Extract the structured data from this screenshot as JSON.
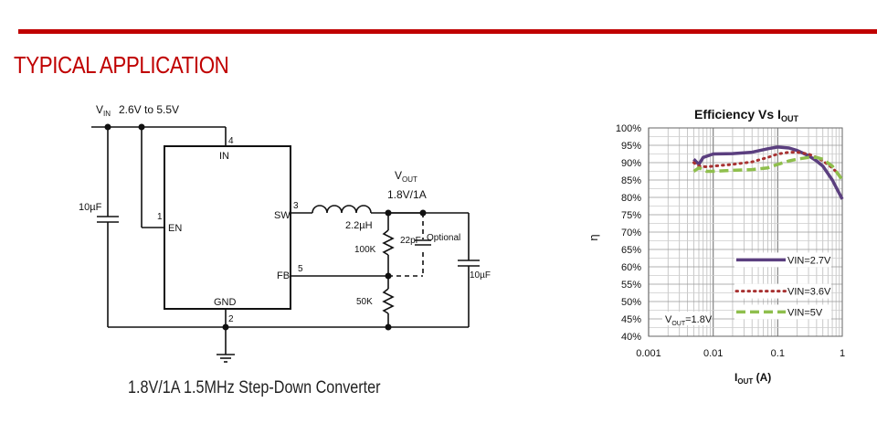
{
  "section": {
    "title": "TYPICAL APPLICATION"
  },
  "caption": "1.8V/1A 1.5MHz Step-Down Converter",
  "schematic": {
    "vin_label": "V",
    "vin_sub": "IN",
    "vin_range": "2.6V to 5.5V",
    "pins": {
      "in_num": "4",
      "in_name": "IN",
      "en_num": "1",
      "en_name": "EN",
      "sw_num": "3",
      "sw_name": "SW",
      "fb_num": "5",
      "fb_name": "FB",
      "gnd_num": "2",
      "gnd_name": "GND"
    },
    "cin": "10µF",
    "inductor": "2.2µH",
    "vout_label": "V",
    "vout_sub": "OUT",
    "vout_value": "1.8V/1A",
    "r_top": "100K",
    "r_bottom": "50K",
    "cff": "22pF",
    "cff_note": "Optional",
    "cout": "10µF"
  },
  "chart_data": {
    "type": "line",
    "title": "Efficiency Vs  I",
    "title_sub": "OUT",
    "xlabel": "I",
    "xlabel_sub": "OUT",
    "xlabel_unit": " (A)",
    "ylabel": "η",
    "xscale": "log",
    "xlim": [
      0.001,
      1
    ],
    "ylim": [
      40,
      100
    ],
    "xticks": [
      "0.001",
      "0.01",
      "0.1",
      "1"
    ],
    "yticks": [
      "40%",
      "45%",
      "50%",
      "55%",
      "60%",
      "65%",
      "70%",
      "75%",
      "80%",
      "85%",
      "90%",
      "95%",
      "100%"
    ],
    "grid": true,
    "legend_position": "right",
    "annotation": {
      "prefix": "V",
      "sub": "OUT",
      "suffix": "=1.8V"
    },
    "series": [
      {
        "name": "VIN=2.7V",
        "style": "solid",
        "color": "#5b3f7f",
        "x": [
          0.005,
          0.006,
          0.007,
          0.01,
          0.02,
          0.04,
          0.07,
          0.1,
          0.15,
          0.2,
          0.3,
          0.4,
          0.5,
          0.7,
          1.0
        ],
        "y": [
          91,
          89.5,
          91.5,
          92.5,
          92.6,
          93,
          94,
          94.5,
          94.2,
          93.5,
          92,
          90.5,
          89,
          85,
          79.5
        ]
      },
      {
        "name": "VIN=3.6V",
        "style": "dotted",
        "color": "#a83232",
        "x": [
          0.005,
          0.006,
          0.008,
          0.01,
          0.02,
          0.04,
          0.07,
          0.1,
          0.15,
          0.2,
          0.3,
          0.4,
          0.5,
          0.7,
          1.0
        ],
        "y": [
          90,
          89,
          88.8,
          89,
          89.5,
          90.2,
          91.5,
          92.5,
          93,
          93,
          92.5,
          91.5,
          90.5,
          88.5,
          85.5
        ]
      },
      {
        "name": "VIN=5V",
        "style": "dashed",
        "color": "#8fbf4d",
        "x": [
          0.005,
          0.006,
          0.008,
          0.01,
          0.02,
          0.04,
          0.07,
          0.1,
          0.15,
          0.2,
          0.3,
          0.4,
          0.5,
          0.7,
          1.0
        ],
        "y": [
          87.5,
          88.5,
          87.5,
          87.5,
          87.8,
          88,
          88.5,
          89.5,
          90.5,
          91,
          91.5,
          91.5,
          91,
          89,
          85
        ]
      }
    ]
  }
}
